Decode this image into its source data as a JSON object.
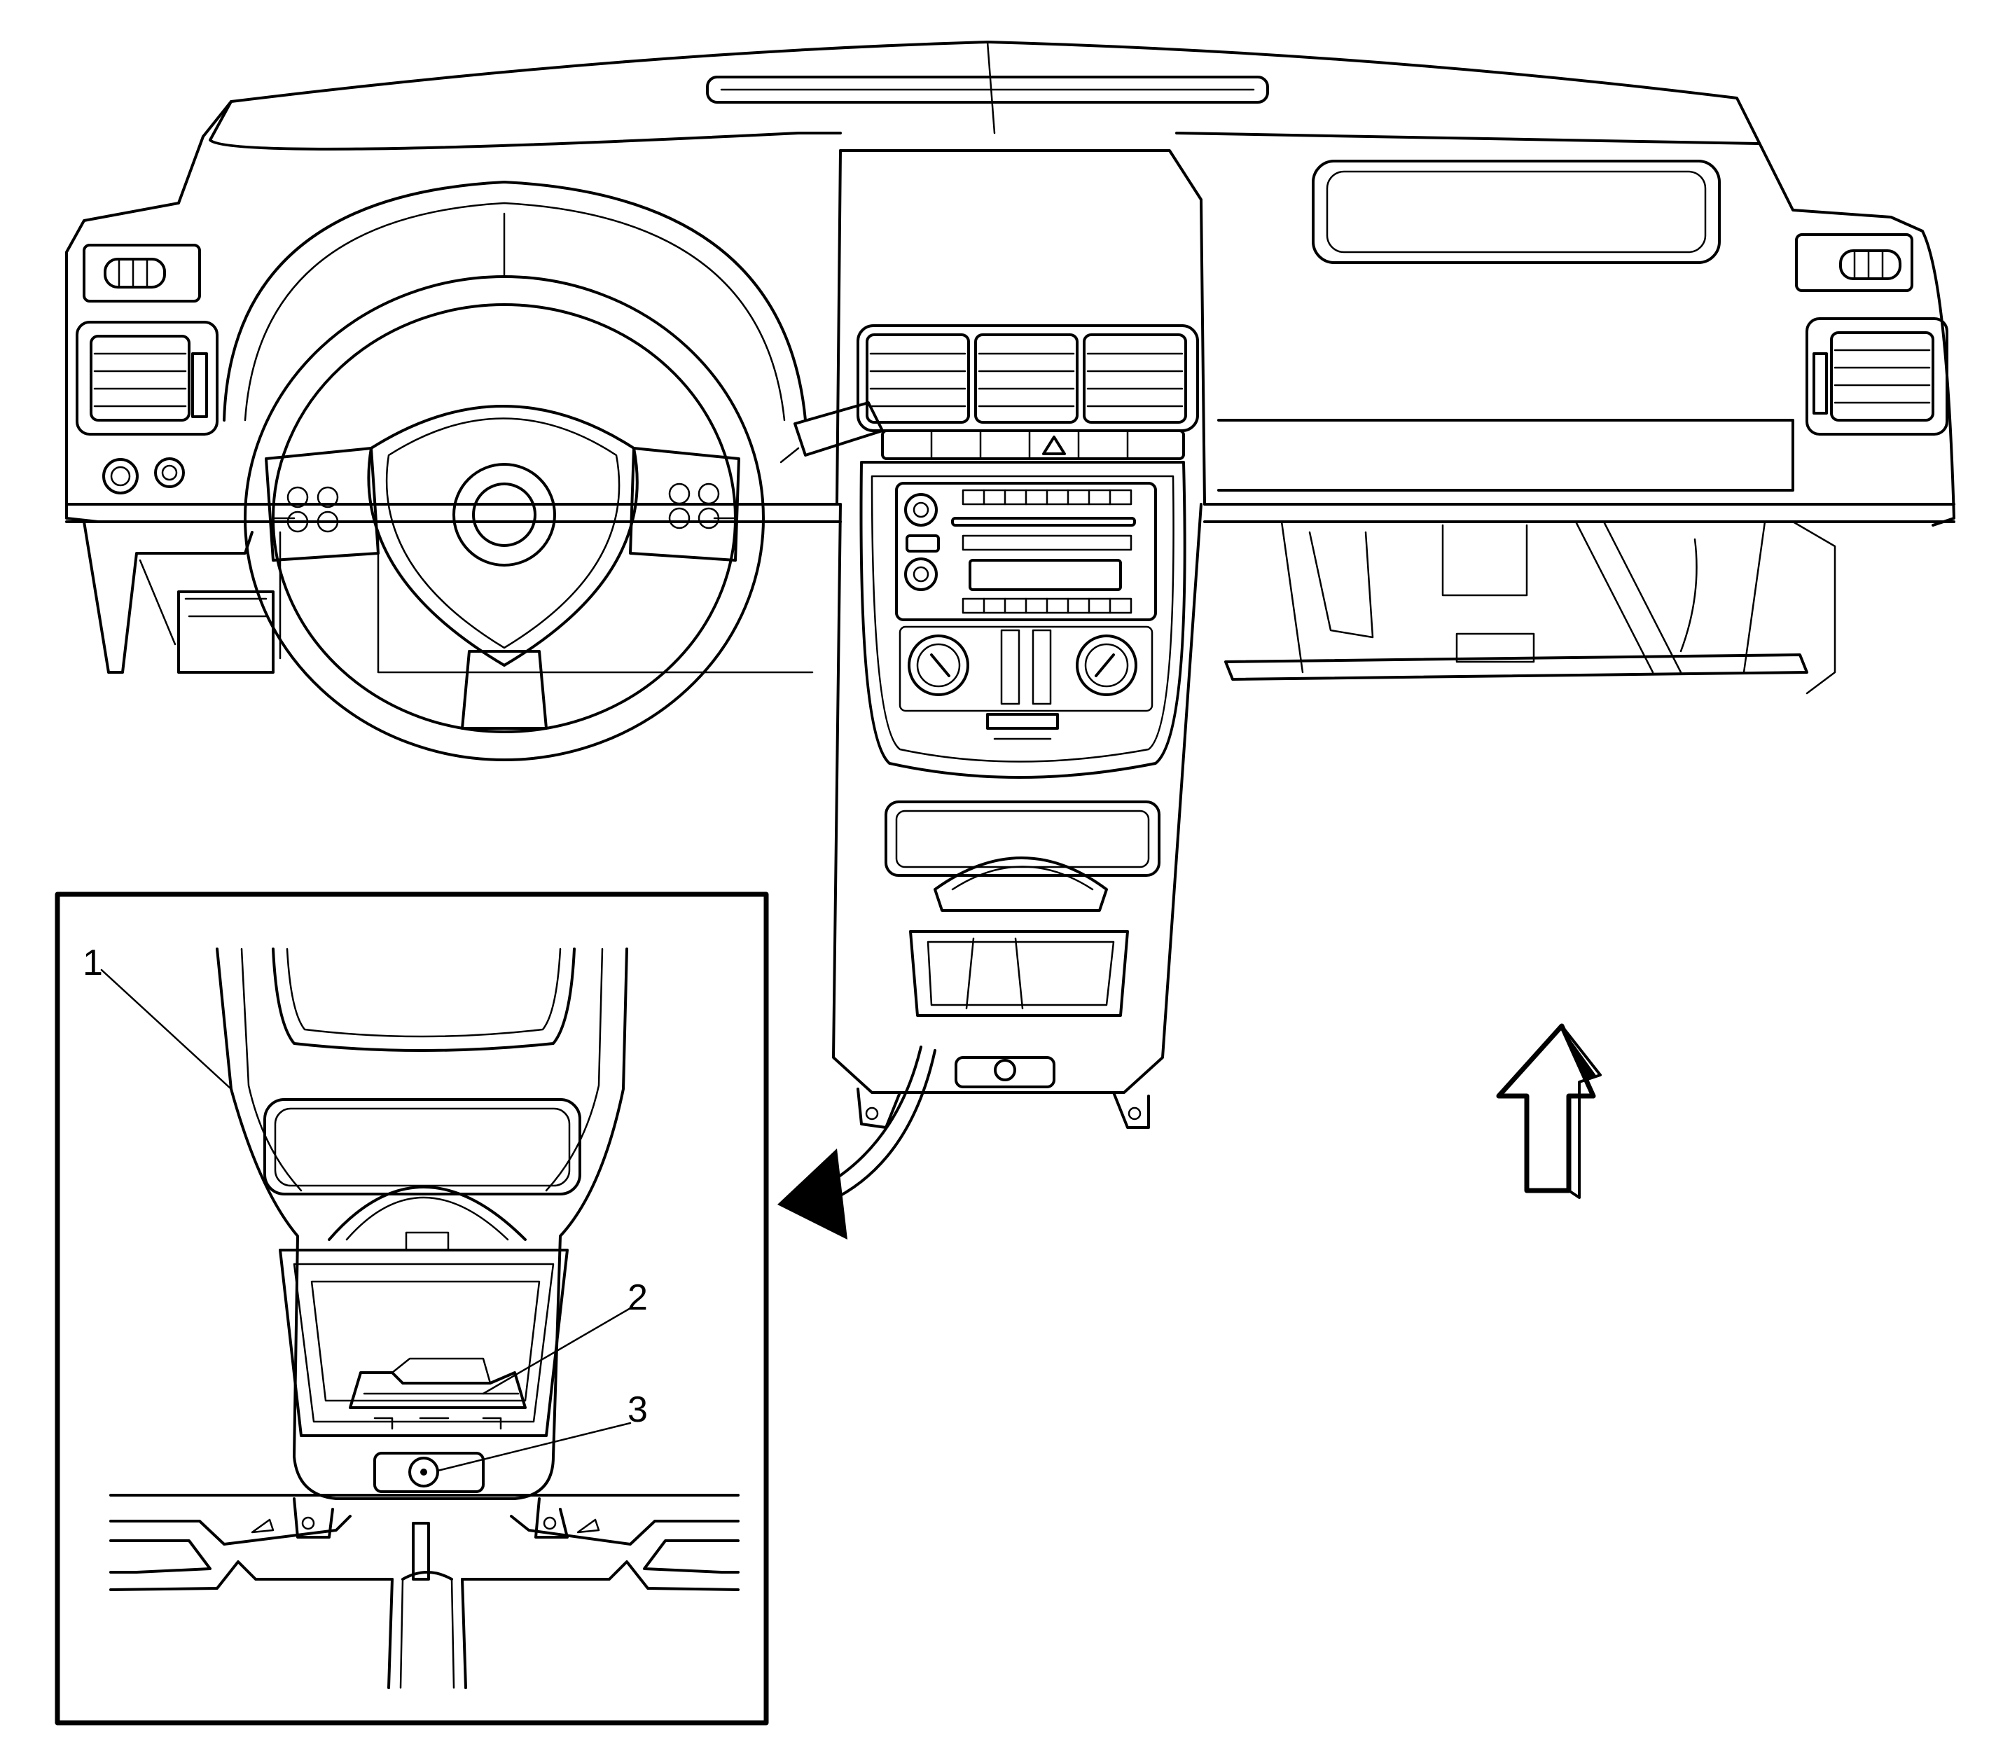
{
  "callouts": [
    {
      "id": "callout-1",
      "label": "1"
    },
    {
      "id": "callout-2",
      "label": "2"
    },
    {
      "id": "callout-3",
      "label": "3"
    }
  ],
  "icons": {
    "view_arrow": "up-arrow-icon",
    "detail_arrow": "curved-arrow-icon"
  },
  "colors": {
    "line": "#000000",
    "background": "#ffffff"
  }
}
